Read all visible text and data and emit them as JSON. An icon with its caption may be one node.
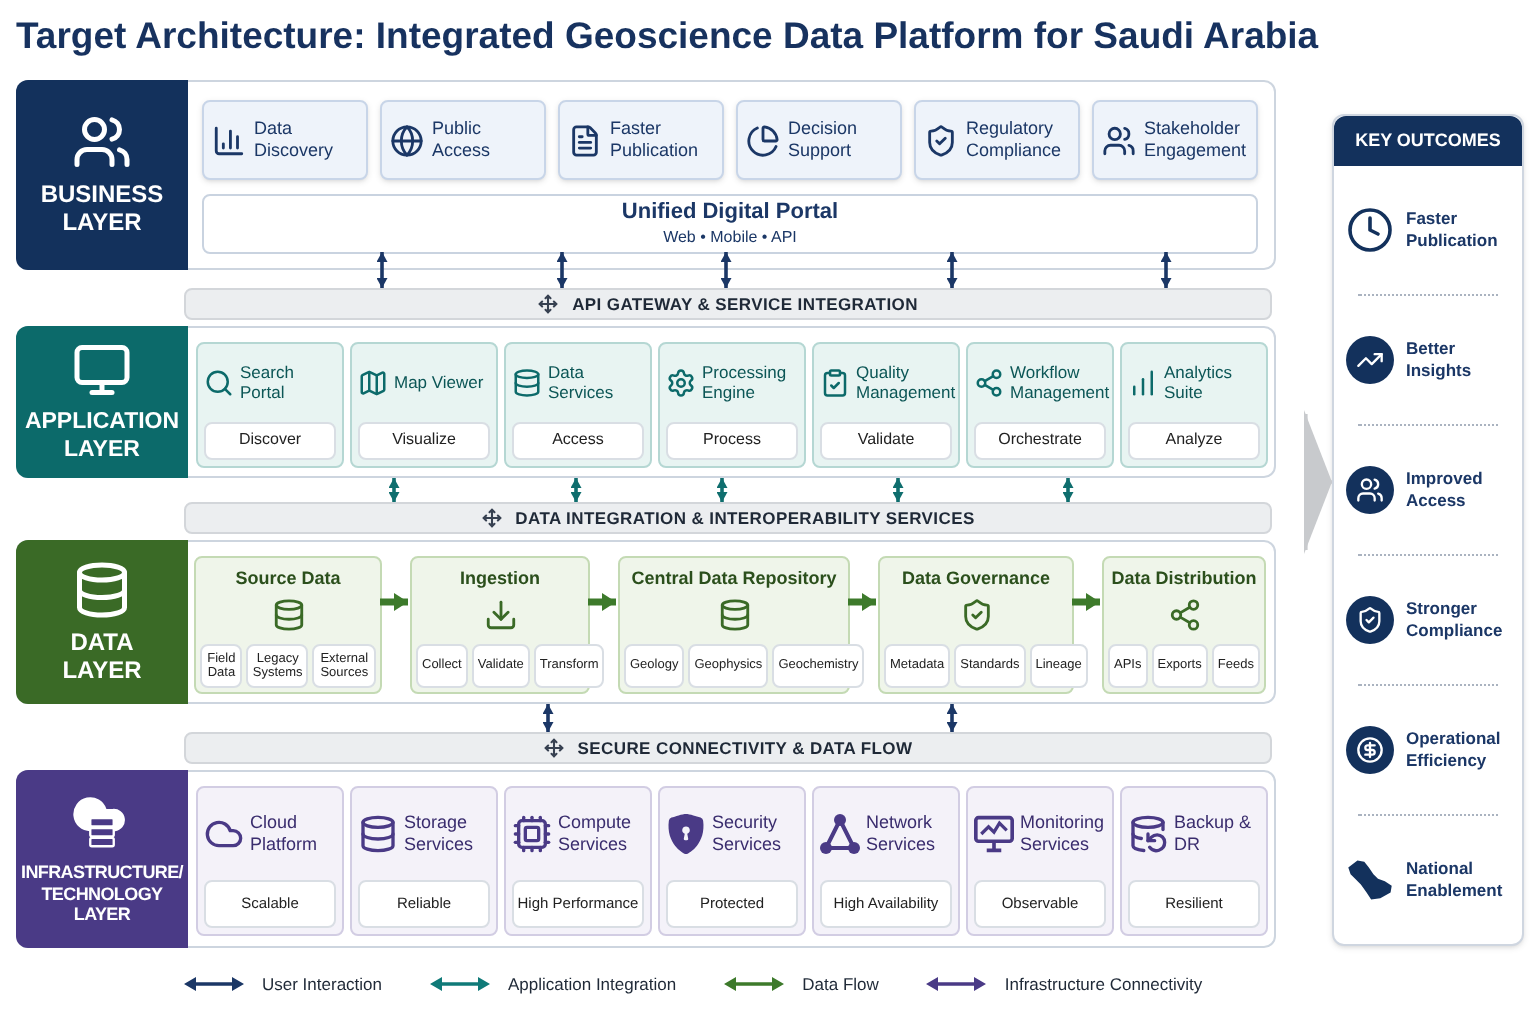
{
  "diagram": {
    "title": "Target Architecture: Integrated Geoscience Data Platform for Saudi Arabia",
    "nodes": [
      {
        "text": [
          "BUSINESS LAYER"
        ]
      },
      {
        "text": [
          "Data Discovery"
        ],
        "in": 0
      },
      {
        "text": [
          "Public Access"
        ],
        "in": 0
      },
      {
        "text": [
          "Faster Publication"
        ],
        "in": 0
      },
      {
        "text": [
          "Decision Support"
        ],
        "in": 0
      },
      {
        "text": [
          "Regulatory Compliance"
        ],
        "in": 0
      },
      {
        "text": [
          "Stakeholder Engagement"
        ],
        "in": 0
      },
      {
        "text": [
          "Unified Digital Portal",
          "Web • Mobile • API"
        ],
        "in": 0
      },
      {
        "text": [
          "API GATEWAY & SERVICE INTEGRATION"
        ]
      },
      {
        "text": [
          "APPLICATION LAYER"
        ]
      },
      {
        "text": [
          "Search Portal"
        ],
        "in": 9
      },
      {
        "text": [
          "Discover"
        ],
        "in": 10
      },
      {
        "text": [
          "Map Viewer"
        ],
        "in": 9
      },
      {
        "text": [
          "Visualize"
        ],
        "in": 12
      },
      {
        "text": [
          "Data Services"
        ],
        "in": 9
      },
      {
        "text": [
          "Access"
        ],
        "in": 14
      },
      {
        "text": [
          "Processing Engine"
        ],
        "in": 9
      },
      {
        "text": [
          "Process"
        ],
        "in": 16
      },
      {
        "text": [
          "Quality Management"
        ],
        "in": 9
      },
      {
        "text": [
          "Validate"
        ],
        "in": 18
      },
      {
        "text": [
          "Workflow Management"
        ],
        "in": 9
      },
      {
        "text": [
          "Orchestrate"
        ],
        "in": 20
      },
      {
        "text": [
          "Analytics Suite"
        ],
        "in": 9
      },
      {
        "text": [
          "Analyze"
        ],
        "in": 22
      },
      {
        "text": [
          "DATA INTEGRATION & INTEROPERABILITY SERVICES"
        ]
      },
      {
        "text": [
          "DATA LAYER"
        ]
      },
      {
        "text": [
          "Source Data"
        ],
        "in": 25
      },
      {
        "text": [
          "Field Data"
        ],
        "in": 26
      },
      {
        "text": [
          "Legacy Systems"
        ],
        "in": 26
      },
      {
        "text": [
          "External Sources"
        ],
        "in": 26
      },
      {
        "text": [
          "Ingestion"
        ],
        "in": 25
      },
      {
        "text": [
          "Collect"
        ],
        "in": 30
      },
      {
        "text": [
          "Validate"
        ],
        "in": 30
      },
      {
        "text": [
          "Transform"
        ],
        "in": 30
      },
      {
        "text": [
          "Central Data Repository"
        ],
        "in": 25
      },
      {
        "text": [
          "Geology"
        ],
        "in": 34
      },
      {
        "text": [
          "Geophysics"
        ],
        "in": 34
      },
      {
        "text": [
          "Geochemistry"
        ],
        "in": 34
      },
      {
        "text": [
          "Data Governance"
        ],
        "in": 25
      },
      {
        "text": [
          "Metadata"
        ],
        "in": 38
      },
      {
        "text": [
          "Standards"
        ],
        "in": 38
      },
      {
        "text": [
          "Lineage"
        ],
        "in": 38
      },
      {
        "text": [
          "Data Distribution"
        ],
        "in": 25
      },
      {
        "text": [
          "APIs"
        ],
        "in": 42
      },
      {
        "text": [
          "Exports"
        ],
        "in": 42
      },
      {
        "text": [
          "Feeds"
        ],
        "in": 42
      },
      {
        "text": [
          "SECURE CONNECTIVITY & DATA FLOW"
        ]
      },
      {
        "text": [
          "INFRASTRUCTURE/ TECHNOLOGY LAYER"
        ]
      },
      {
        "text": [
          "Cloud Platform"
        ],
        "in": 47
      },
      {
        "text": [
          "Scalable"
        ],
        "in": 48
      },
      {
        "text": [
          "Storage Services"
        ],
        "in": 47
      },
      {
        "text": [
          "Reliable"
        ],
        "in": 50
      },
      {
        "text": [
          "Compute Services"
        ],
        "in": 47
      },
      {
        "text": [
          "High Performance"
        ],
        "in": 52
      },
      {
        "text": [
          "Security Services"
        ],
        "in": 47
      },
      {
        "text": [
          "Protected"
        ],
        "in": 54
      },
      {
        "text": [
          "Network Services"
        ],
        "in": 47
      },
      {
        "text": [
          "High Availability"
        ],
        "in": 56
      },
      {
        "text": [
          "Monitoring Services"
        ],
        "in": 47
      },
      {
        "text": [
          "Observable"
        ],
        "in": 58
      },
      {
        "text": [
          "Backup & DR"
        ],
        "in": 47
      },
      {
        "text": [
          "Resilient"
        ],
        "in": 60
      },
      {
        "text": [
          "KEY OUTCOMES",
          "Faster Publication",
          "Better Insights",
          "Improved Access",
          "Stronger Compliance",
          "Operational Efficiency",
          "National Enablement"
        ]
      }
    ],
    "edges": [
      {
        "from": 7,
        "to": 8,
        "arrow": "both"
      },
      {
        "from": 7,
        "to": 8,
        "arrow": "both"
      },
      {
        "from": 7,
        "to": 8,
        "arrow": "both"
      },
      {
        "from": 7,
        "to": 8,
        "arrow": "both"
      },
      {
        "from": 7,
        "to": 8,
        "arrow": "both"
      },
      {
        "from": 9,
        "to": 24,
        "arrow": "both",
        "color": "#0f6e6e"
      },
      {
        "from": 9,
        "to": 24,
        "arrow": "both",
        "color": "#0f6e6e"
      },
      {
        "from": 9,
        "to": 24,
        "arrow": "both",
        "color": "#0f6e6e"
      },
      {
        "from": 9,
        "to": 24,
        "arrow": "both",
        "color": "#0f6e6e"
      },
      {
        "from": 9,
        "to": 24,
        "arrow": "both",
        "color": "#0f6e6e"
      },
      {
        "from": 26,
        "to": 30,
        "arrow": "to",
        "style": "thick",
        "color": "#3d7a2b"
      },
      {
        "from": 30,
        "to": 34,
        "arrow": "to",
        "style": "thick",
        "color": "#3d7a2b"
      },
      {
        "from": 34,
        "to": 38,
        "arrow": "to",
        "style": "thick",
        "color": "#3d7a2b"
      },
      {
        "from": 38,
        "to": 42,
        "arrow": "to",
        "style": "thick",
        "color": "#3d7a2b"
      },
      {
        "from": 25,
        "to": 46,
        "arrow": "both"
      },
      {
        "from": 25,
        "to": 46,
        "arrow": "both"
      },
      {
        "from": null,
        "to": 62,
        "arrow": "to",
        "color": "#c8cacd"
      }
    ],
    "legend": [
      {
        "text": "User Interaction"
      },
      {
        "text": "Application Integration"
      },
      {
        "text": "Data Flow"
      },
      {
        "text": "Infrastructure Connectivity"
      }
    ]
  }
}
